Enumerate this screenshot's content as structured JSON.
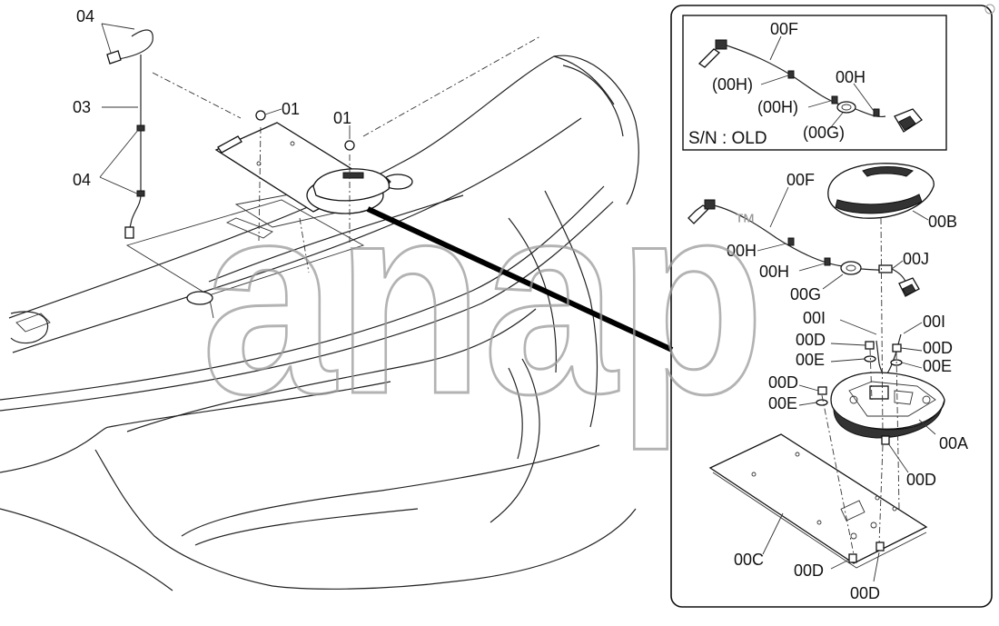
{
  "watermark": "anap",
  "trademark": "™",
  "main_view": {
    "labels": {
      "part_04_top": "04",
      "part_03": "03",
      "part_04_bottom": "04",
      "part_01_left": "01",
      "part_01_right": "01"
    }
  },
  "inset_old": {
    "serial_note": "S/N : OLD",
    "labels": {
      "cable": "00F",
      "clip_left": "(00H)",
      "clip_mid": "(00H)",
      "clip_right": "00H",
      "grommet": "(00G)"
    }
  },
  "detail_view": {
    "labels": {
      "cable": "00F",
      "cover": "00B",
      "clip_upper": "00H",
      "clip_lower": "00H",
      "connector": "00J",
      "grommet": "00G",
      "wire_left": "00I",
      "wire_right": "00I",
      "screw_upper_left": "00D",
      "screw_upper_right": "00D",
      "washer_upper_left": "00E",
      "washer_upper_right": "00E",
      "screw_mid_left": "00D",
      "washer_mid_left": "00E",
      "base": "00A",
      "screw_side": "00D",
      "bracket": "00C",
      "screw_bottom_left": "00D",
      "screw_bottom_right": "00D"
    }
  }
}
